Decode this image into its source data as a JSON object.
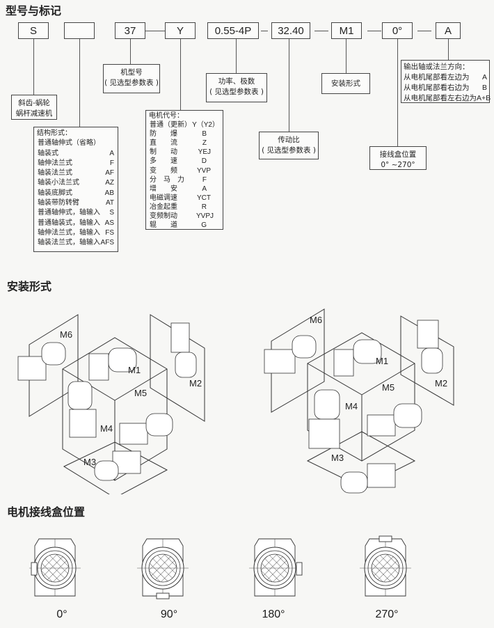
{
  "sections": {
    "model_marking": "型号与标记",
    "mounting": "安装形式",
    "terminal_box": "电机接线盒位置"
  },
  "code_boxes": [
    "S",
    "",
    "37",
    "Y",
    "0.55-4P",
    "32.40",
    "M1",
    "0°",
    "A"
  ],
  "notes": {
    "s_type": [
      "斜齿-蜗轮",
      "蜗杆减速机"
    ],
    "frame": [
      "机型号",
      "( 见选型参数表 )"
    ],
    "power": [
      "功率、极数",
      "( 见选型参数表 )"
    ],
    "ratio": [
      "传动比",
      "( 见选型参数表 )"
    ],
    "mount": "安装形式",
    "box_pos": [
      "接线盒位置",
      "0°  ~270°"
    ],
    "output": {
      "title": "输出轴或法兰方向：",
      "rows": [
        {
          "label": "从电机尾部看左边为",
          "code": "A"
        },
        {
          "label": "从电机尾部看右边为",
          "code": "B"
        },
        {
          "label": "从电机尾部看左右边为",
          "code": "A+B"
        }
      ]
    },
    "structure": {
      "title": "结构形式：",
      "rows": [
        {
          "label": "普通轴伸式（省略）",
          "code": ""
        },
        {
          "label": "轴装式",
          "code": "A"
        },
        {
          "label": "轴伸法兰式",
          "code": "F"
        },
        {
          "label": "轴装法兰式",
          "code": "AF"
        },
        {
          "label": "轴装小法兰式",
          "code": "AZ"
        },
        {
          "label": "轴装底脚式",
          "code": "AB"
        },
        {
          "label": "轴装带防转臂",
          "code": "AT"
        },
        {
          "label": "普通轴伸式，轴输入",
          "code": "S"
        },
        {
          "label": "普通轴装式，轴输入",
          "code": "AS"
        },
        {
          "label": "轴伸法兰式，轴输入",
          "code": "FS"
        },
        {
          "label": "轴装法兰式，轴输入",
          "code": "AFS"
        }
      ]
    },
    "motor": {
      "title": "电机代号：",
      "rows": [
        {
          "label": "普通（更新）",
          "code": "Y（Y2）"
        },
        {
          "label": "防　　爆",
          "code": "B"
        },
        {
          "label": "直　　流",
          "code": "Z"
        },
        {
          "label": "制　　动",
          "code": "YEJ"
        },
        {
          "label": "多　　速",
          "code": "D"
        },
        {
          "label": "变　　频",
          "code": "YVP"
        },
        {
          "label": "分　马　力",
          "code": "F"
        },
        {
          "label": "增　　安",
          "code": "A"
        },
        {
          "label": "电磁调速",
          "code": "YCT"
        },
        {
          "label": "冶金起重",
          "code": "R"
        },
        {
          "label": "变频制动",
          "code": "YVPJ"
        },
        {
          "label": "辊　　道",
          "code": "G"
        }
      ]
    }
  },
  "mount_labels": [
    "M1",
    "M2",
    "M3",
    "M4",
    "M5",
    "M6"
  ],
  "box_angles": [
    "0°",
    "90°",
    "180°",
    "270°"
  ]
}
